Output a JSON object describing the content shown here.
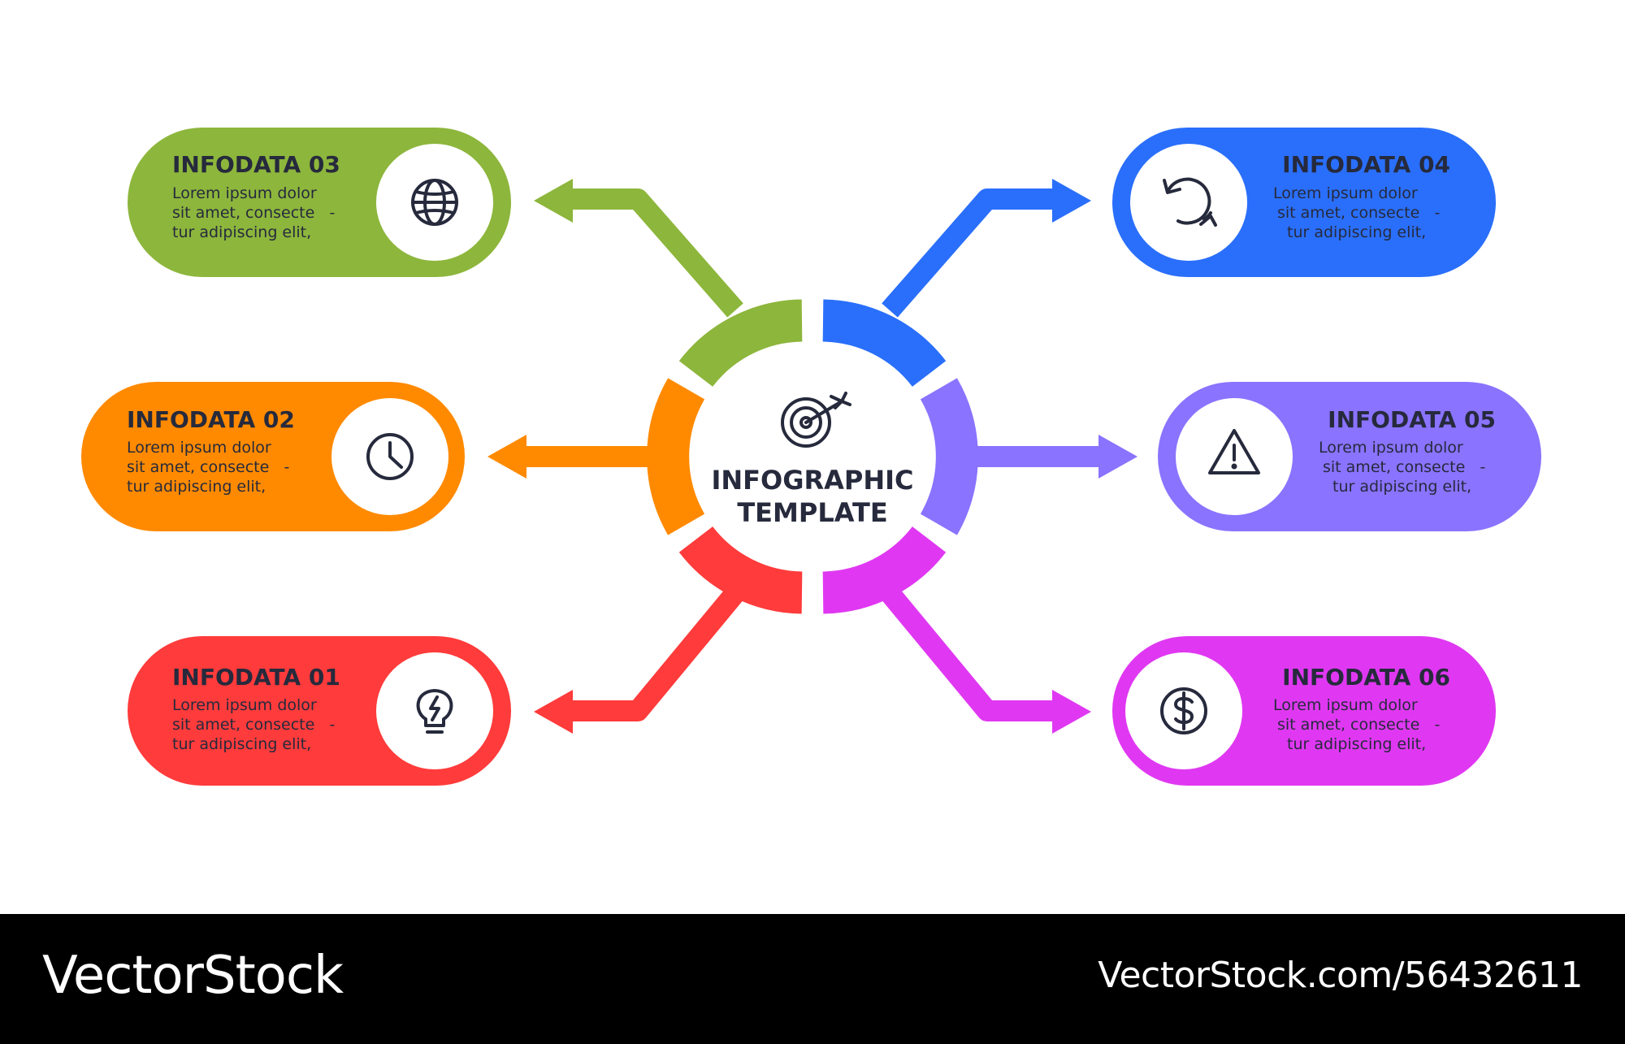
{
  "center": {
    "title_line1": "INFOGRAPHIC",
    "title_line2": "TEMPLATE",
    "icon": "target-icon"
  },
  "colors": {
    "text_dark": "#262a3c",
    "green": "#8db63c",
    "orange": "#ff8a00",
    "red": "#ff3b3b",
    "blue": "#2a6ffb",
    "lavender": "#8a73ff",
    "magenta": "#e038f2"
  },
  "items": [
    {
      "id": "03",
      "title": "INFODATA 03",
      "lines": [
        "Lorem ipsum dolor",
        "sit amet, consecte   -",
        "tur adipiscing elit,"
      ],
      "icon": "globe-icon",
      "color": "#8db63c"
    },
    {
      "id": "02",
      "title": "INFODATA 02",
      "lines": [
        "Lorem ipsum dolor",
        "sit amet, consecte   -",
        "tur adipiscing elit,"
      ],
      "icon": "clock-icon",
      "color": "#ff8a00"
    },
    {
      "id": "01",
      "title": "INFODATA 01",
      "lines": [
        "Lorem ipsum dolor",
        "sit amet, consecte   -",
        "tur adipiscing elit,"
      ],
      "icon": "lightbulb-icon",
      "color": "#ff3b3b"
    },
    {
      "id": "04",
      "title": "INFODATA 04",
      "lines": [
        "Lorem ipsum dolor",
        "sit amet, consecte   -",
        "tur adipiscing elit,"
      ],
      "icon": "refresh-icon",
      "color": "#2a6ffb"
    },
    {
      "id": "05",
      "title": "INFODATA 05",
      "lines": [
        "Lorem ipsum dolor",
        "sit amet, consecte   -",
        "tur adipiscing elit,"
      ],
      "icon": "warning-icon",
      "color": "#8a73ff"
    },
    {
      "id": "06",
      "title": "INFODATA 06",
      "lines": [
        "Lorem ipsum dolor",
        "sit amet, consecte   -",
        "tur adipiscing elit,"
      ],
      "icon": "dollar-icon",
      "color": "#e038f2"
    }
  ],
  "footer": {
    "brand": "VectorStock",
    "url": "VectorStock.com/56432611"
  }
}
